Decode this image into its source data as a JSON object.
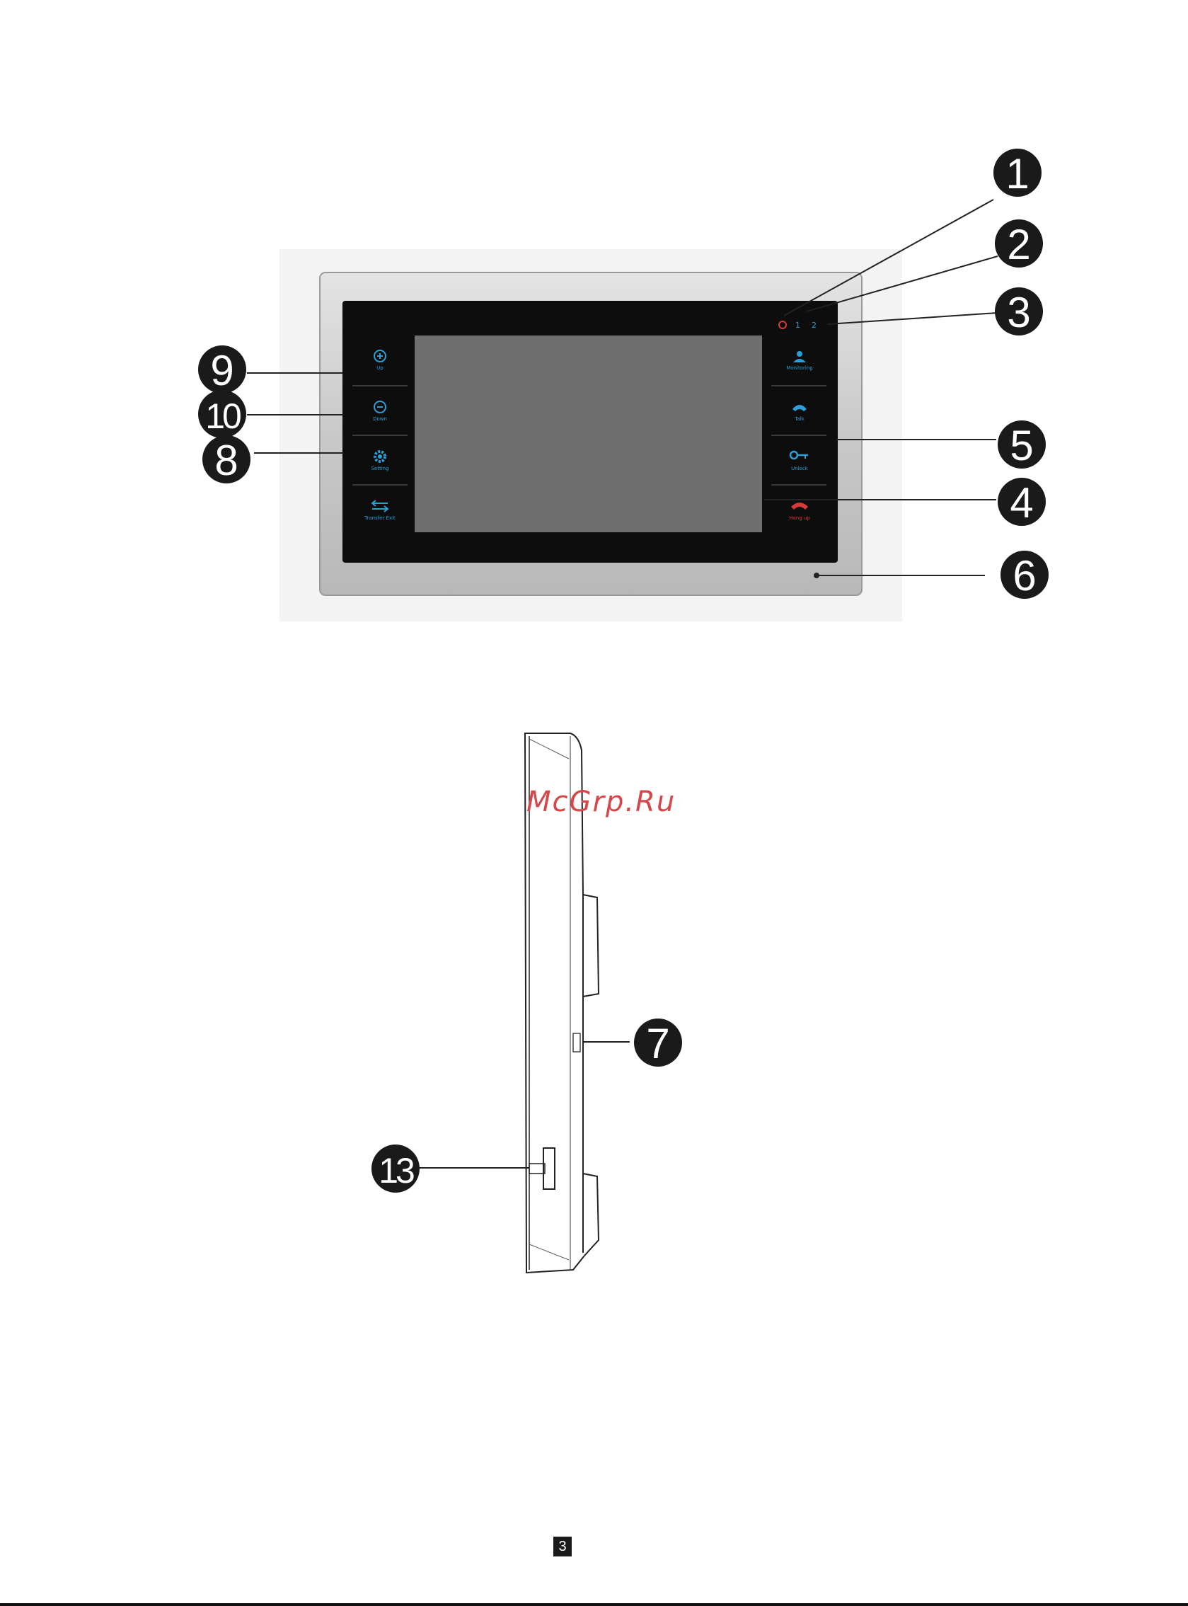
{
  "front_view": {
    "leds": [
      "1",
      "2"
    ],
    "buttons_left": [
      {
        "label": "Up"
      },
      {
        "label": "Down"
      },
      {
        "label": "Setting"
      },
      {
        "label": "Transfer Exit"
      }
    ],
    "buttons_right": [
      {
        "label": "Monitoring"
      },
      {
        "label": "Talk"
      },
      {
        "label": "Unlock"
      },
      {
        "label": "Hang up"
      }
    ]
  },
  "callouts": [
    "1",
    "2",
    "3",
    "4",
    "5",
    "6",
    "7",
    "8",
    "9",
    "10",
    "13"
  ],
  "watermark": "McGrp.Ru",
  "page_number": "3",
  "colors": {
    "callout_fill": "#1a1a1a",
    "button_blue": "#2a9fd8",
    "hangup_red": "#d83a3a",
    "screen_gray": "#6e6e6e",
    "bezel_black": "#0d0d0d"
  }
}
